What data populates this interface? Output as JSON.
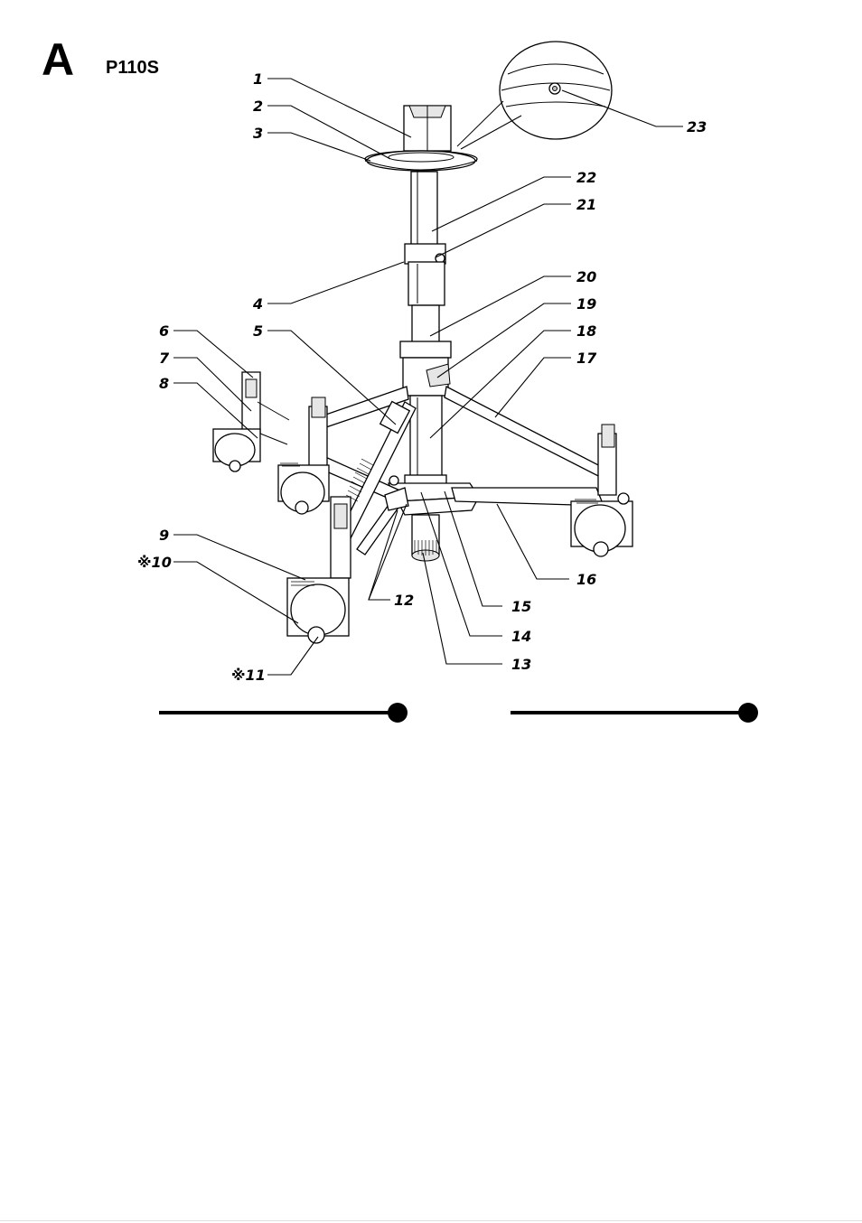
{
  "section_letter": "A",
  "model_name": "P110S",
  "callouts": [
    {
      "id": "c1",
      "label": "1"
    },
    {
      "id": "c2",
      "label": "2"
    },
    {
      "id": "c3",
      "label": "3"
    },
    {
      "id": "c4",
      "label": "4"
    },
    {
      "id": "c5",
      "label": "5"
    },
    {
      "id": "c6",
      "label": "6"
    },
    {
      "id": "c7",
      "label": "7"
    },
    {
      "id": "c8",
      "label": "8"
    },
    {
      "id": "c9",
      "label": "9"
    },
    {
      "id": "c10",
      "label": "※10"
    },
    {
      "id": "c11",
      "label": "※11"
    },
    {
      "id": "c12",
      "label": "12"
    },
    {
      "id": "c13",
      "label": "13"
    },
    {
      "id": "c14",
      "label": "14"
    },
    {
      "id": "c15",
      "label": "15"
    },
    {
      "id": "c16",
      "label": "16"
    },
    {
      "id": "c17",
      "label": "17"
    },
    {
      "id": "c18",
      "label": "18"
    },
    {
      "id": "c19",
      "label": "19"
    },
    {
      "id": "c20",
      "label": "20"
    },
    {
      "id": "c21",
      "label": "21"
    },
    {
      "id": "c22",
      "label": "22"
    },
    {
      "id": "c23",
      "label": "23"
    }
  ]
}
